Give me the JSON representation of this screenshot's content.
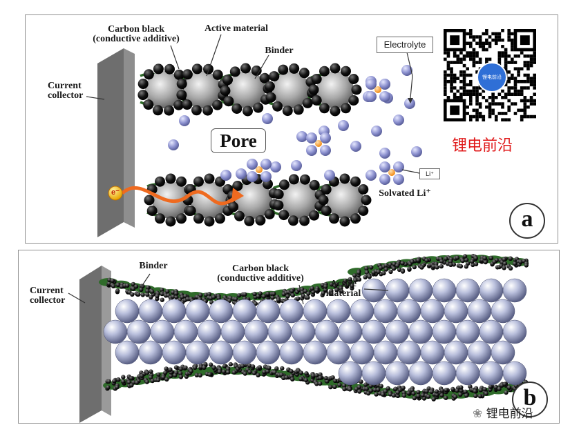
{
  "panel_a": {
    "labels": {
      "carbon_black": "Carbon black",
      "carbon_black_sub": "(conductive additive)",
      "active_material": "Active material",
      "binder": "Binder",
      "current_collector_1": "Current",
      "current_collector_2": "collector",
      "pore": "Pore",
      "electrolyte": "Electrolyte",
      "li": "Li⁺",
      "solvated_li": "Solvated Li⁺",
      "electron": "e⁻",
      "panel_letter": "a"
    }
  },
  "panel_b": {
    "labels": {
      "binder": "Binder",
      "carbon_black": "Carbon black",
      "carbon_black_sub": "(conductive additive)",
      "active_1": "Active",
      "active_2": "material",
      "current_collector_1": "Current",
      "current_collector_2": "collector",
      "panel_letter": "b"
    }
  },
  "watermark": {
    "qr_center": "锂电前沿",
    "red_text": "锂电前沿",
    "bottom_text": "锂电前沿"
  },
  "colors": {
    "binder_green": "#2f6b2a",
    "electrolyte_purple": "#8a8fcf",
    "active_grey": "#9a9a9a",
    "watermark_red": "#e0191a"
  }
}
